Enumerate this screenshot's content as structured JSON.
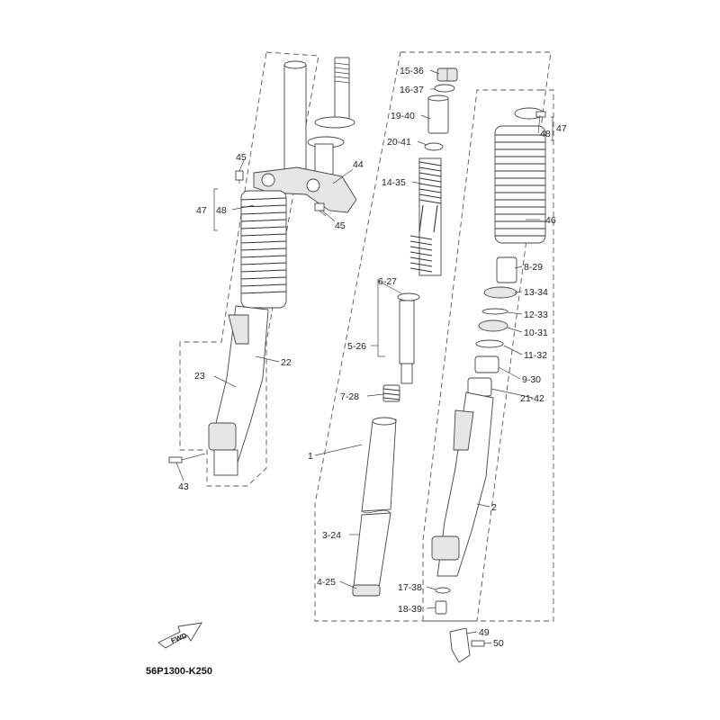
{
  "diagram_code": "56P1300-K250",
  "fwd_label": "FWD",
  "callouts": {
    "c45a": "45",
    "c44": "44",
    "c47a": "47",
    "c48a": "48",
    "c45b": "45",
    "c22": "22",
    "c23": "23",
    "c43": "43",
    "c15_36": "15-36",
    "c16_37": "16-37",
    "c19_40": "19-40",
    "c20_41": "20-41",
    "c14_35": "14-35",
    "c6_27": "6-27",
    "c5_26": "5-26",
    "c7_28": "7-28",
    "c1": "1",
    "c3_24": "3-24",
    "c4_25": "4-25",
    "c48b": "48",
    "c47b": "47",
    "c46": "46",
    "c8_29": "8-29",
    "c13_34": "13-34",
    "c12_33": "12-33",
    "c10_31": "10-31",
    "c11_32": "11-32",
    "c9_30": "9-30",
    "c21_42": "21-42",
    "c2": "2",
    "c17_38": "17-38",
    "c18_39": "18-39",
    "c49": "49",
    "c50": "50"
  }
}
